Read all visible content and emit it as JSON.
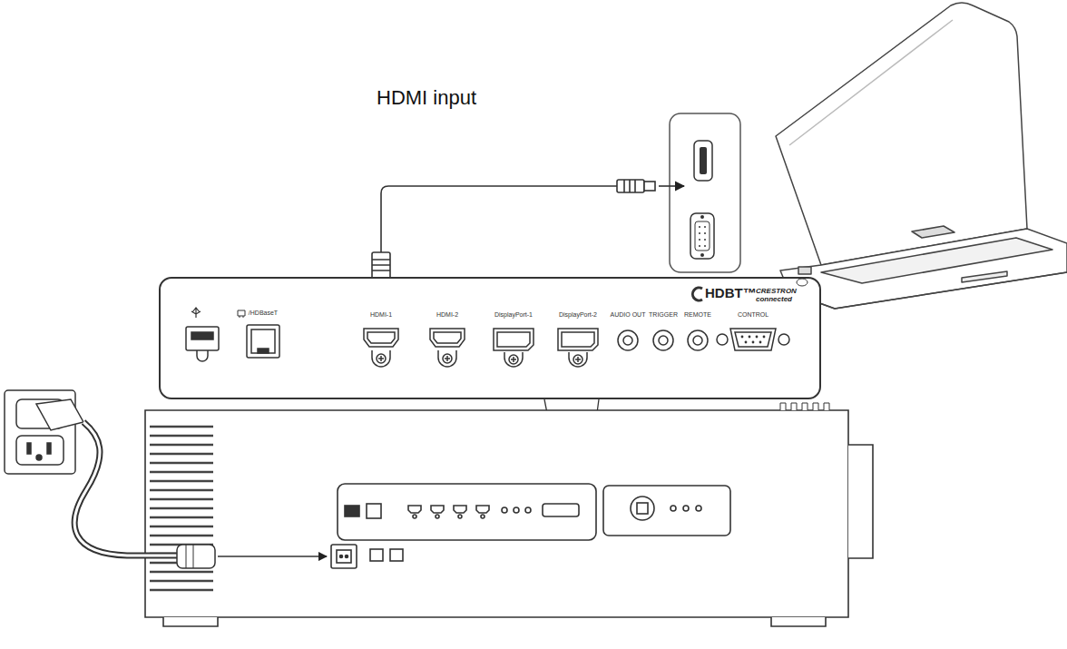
{
  "diagram": {
    "nodes": [
      {
        "text": [
          "HDBT™",
          "CRESTRON connected"
        ]
      },
      {
        "text": [
          "/HDBaseT"
        ],
        "in": 0
      },
      {
        "text": [
          "HDMI-1"
        ],
        "in": 0
      },
      {
        "text": [
          "HDMI-2"
        ],
        "in": 0
      },
      {
        "text": [
          "DisplayPort-1"
        ],
        "in": 0
      },
      {
        "text": [
          "DisplayPort-2"
        ],
        "in": 0
      },
      {
        "text": [
          "AUDIO OUT"
        ],
        "in": 0
      },
      {
        "text": [
          "TRIGGER"
        ],
        "in": 0
      },
      {
        "text": [
          "REMOTE"
        ],
        "in": 0
      },
      {
        "text": [
          "CONTROL"
        ],
        "in": 0
      }
    ],
    "labels": [
      "HDMI input"
    ]
  }
}
